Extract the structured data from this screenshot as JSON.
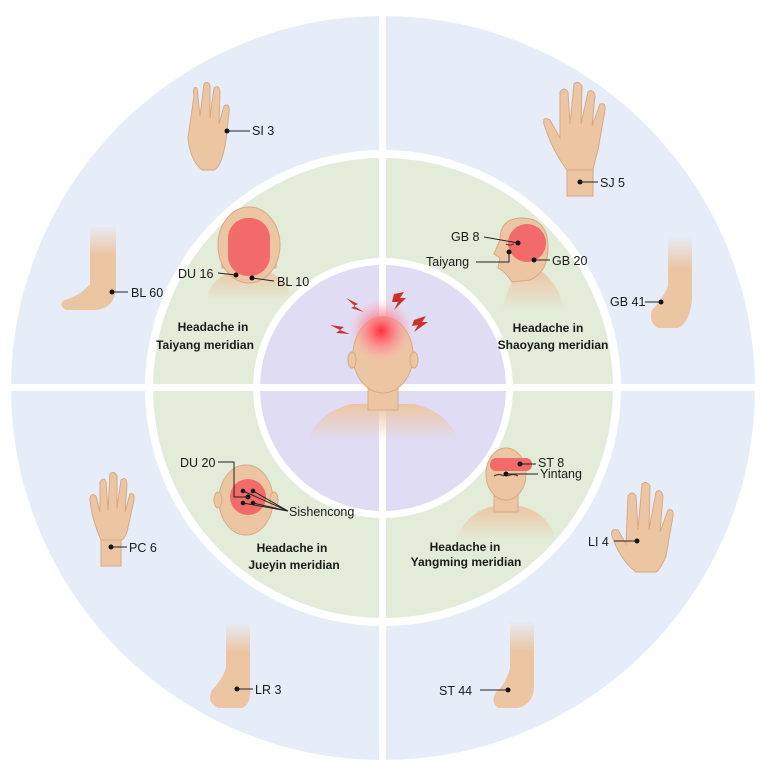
{
  "colors": {
    "outer_ring": "#e6edf9",
    "middle_ring": "#e3ebd9",
    "center_disc": "#e0dcf4",
    "pain_area": "#f26a6a",
    "skin": "#ecc6a3",
    "lightning": "#c8322a"
  },
  "quadrants": {
    "taiyang": {
      "title_line1": "Headache in",
      "title_line2": "Taiyang meridian",
      "head_points": [
        "DU 16",
        "BL 10"
      ],
      "distal_points": [
        "SI 3",
        "BL 60"
      ]
    },
    "shaoyang": {
      "title_line1": "Headache in",
      "title_line2": "Shaoyang meridian",
      "head_points": [
        "GB 8",
        "Taiyang",
        "GB 20"
      ],
      "distal_points": [
        "SJ 5",
        "GB 41"
      ]
    },
    "jueyin": {
      "title_line1": "Headache in",
      "title_line2": "Jueyin meridian",
      "head_points": [
        "DU 20",
        "Sishencong"
      ],
      "distal_points": [
        "PC 6",
        "LR 3"
      ]
    },
    "yangming": {
      "title_line1": "Headache in",
      "title_line2": "Yangming meridian",
      "head_points": [
        "ST 8",
        "Yintang"
      ],
      "distal_points": [
        "LI 4",
        "ST 44"
      ]
    }
  },
  "icons": {
    "center": "headache-person-icon",
    "hand": "hand-icon",
    "foot": "foot-icon",
    "lightning": "lightning-bolt-icon"
  }
}
